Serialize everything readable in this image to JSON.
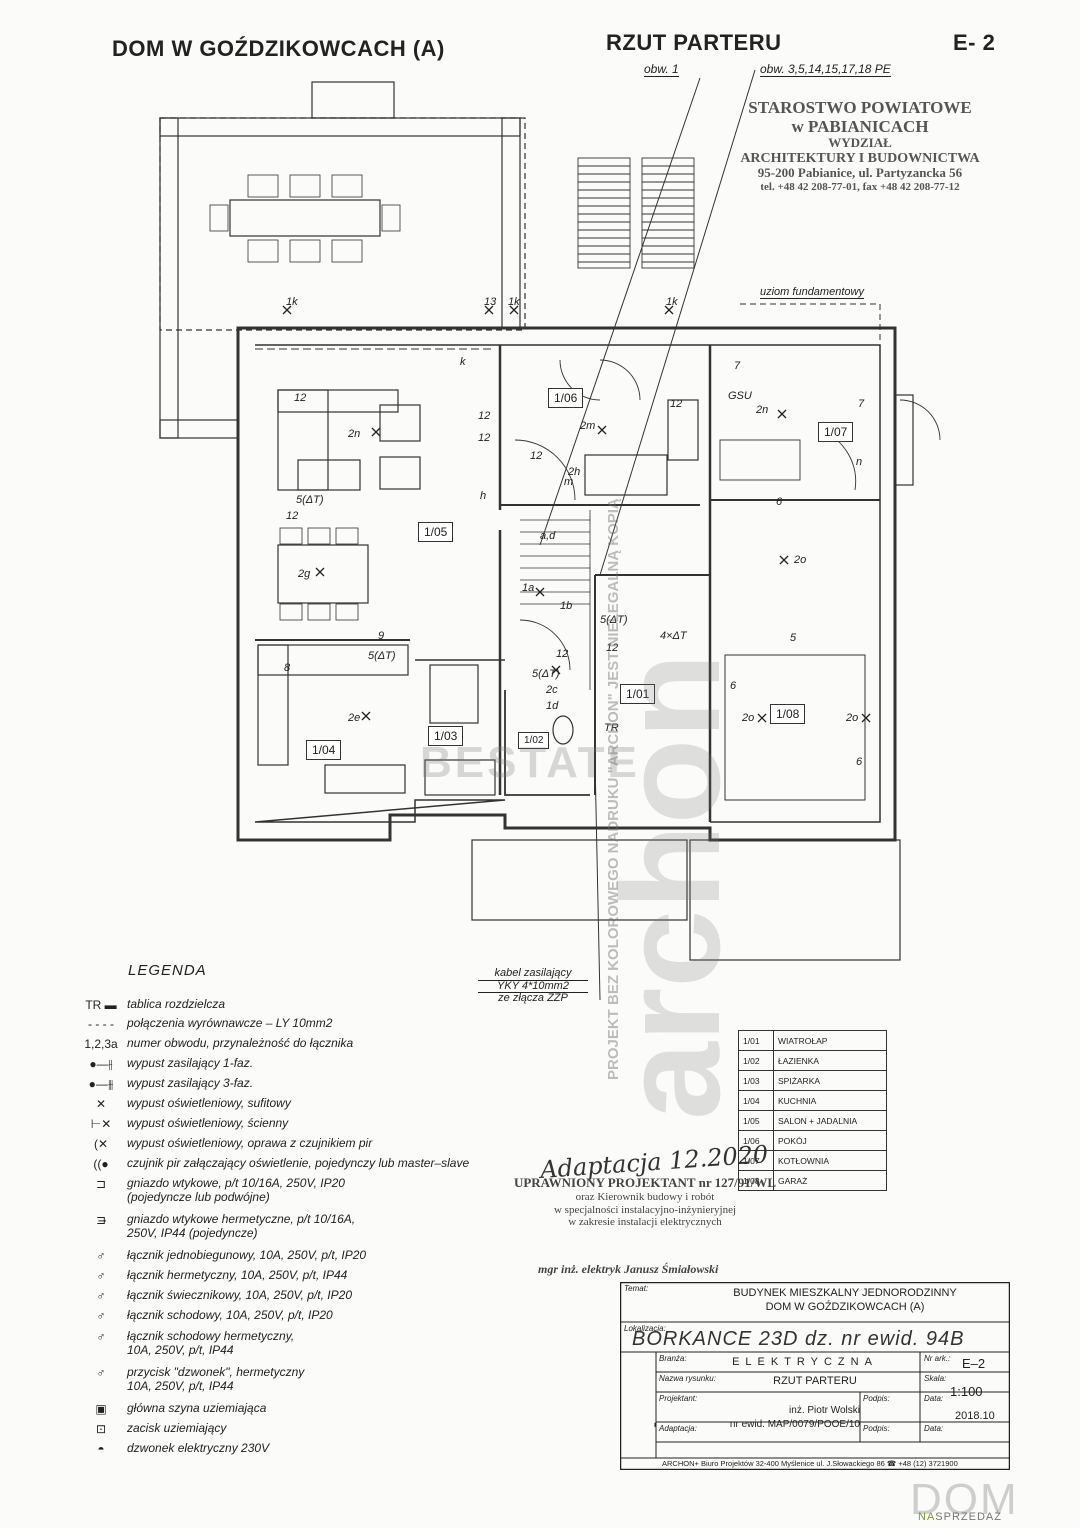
{
  "header": {
    "title_left": "DOM W GOŹDZIKOWCACH (A)",
    "title_center": "RZUT PARTERU",
    "sheet": "E- 2",
    "circuit_note_1": "obw. 1",
    "circuit_note_2": "obw. 3,5,14,15,17,18 PE"
  },
  "stamp": {
    "line1": "STAROSTWO POWIATOWE",
    "line2": "w PABIANICACH",
    "line3": "WYDZIAŁ",
    "line4": "ARCHITEKTURY I BUDOWNICTWA",
    "line5": "95-200 Pabianice, ul. Partyzancka 56",
    "line6": "tel. +48 42 208-77-01, fax +48 42 208-77-12"
  },
  "plan": {
    "uziom": "uziom fundamentowy",
    "kabel_line1": "kabel zasilający",
    "kabel_line2": "YKY 4*10mm2",
    "kabel_line3": "ze złącza ZZP",
    "rooms": [
      {
        "id": "1/05"
      },
      {
        "id": "1/06"
      },
      {
        "id": "1/07"
      },
      {
        "id": "1/08"
      },
      {
        "id": "1/04"
      },
      {
        "id": "1/03"
      },
      {
        "id": "1/02"
      },
      {
        "id": "1/01"
      }
    ],
    "circuits": [
      "1k",
      "13",
      "1k",
      "1k",
      "12",
      "12",
      "12",
      "12",
      "12",
      "2n",
      "2m",
      "2h",
      "5(ΔT)",
      "12",
      "2g",
      "9",
      "5(ΔT)",
      "8",
      "2e",
      "12",
      "1a",
      "1b",
      "5(ΔT)",
      "12",
      "5(ΔT)",
      "2c",
      "1d",
      "4×ΔT",
      "TR",
      "7",
      "GSU",
      "7",
      "2n",
      "6",
      "2o",
      "5",
      "6",
      "2o",
      "2o",
      "6",
      "n",
      "m",
      "k",
      "h",
      "a,d"
    ]
  },
  "legend": {
    "title": "LEGENDA",
    "items": [
      {
        "sym": "TR ▬",
        "text": "tablica rozdzielcza"
      },
      {
        "sym": "- - - -",
        "text": "połączenia wyrównawcze – LY 10mm2"
      },
      {
        "sym": "1,2,3a",
        "text": "numer obwodu, przynależność do łącznika"
      },
      {
        "sym": "●—⫲",
        "text": "wypust zasilający 1-faz."
      },
      {
        "sym": "●—⫵",
        "text": "wypust zasilający 3-faz."
      },
      {
        "sym": "✕",
        "text": "wypust oświetleniowy, sufitowy"
      },
      {
        "sym": "⊢✕",
        "text": "wypust oświetleniowy, ścienny"
      },
      {
        "sym": "(✕",
        "text": "wypust oświetleniowy, oprawa z czujnikiem pir"
      },
      {
        "sym": "((●",
        "text": "czujnik pir załączający oświetlenie, pojedynczy lub master–slave"
      },
      {
        "sym": "⊐",
        "text": "gniazdo wtykowe, p/t 10/16A, 250V, IP20\n(pojedyncze lub podwójne)"
      },
      {
        "sym": "⊐̶",
        "text": "gniazdo wtykowe hermetyczne, p/t 10/16A,\n250V, IP44 (pojedyncze)"
      },
      {
        "sym": "♂",
        "text": "łącznik jednobiegunowy, 10A, 250V, p/t, IP20"
      },
      {
        "sym": "♂",
        "text": "łącznik hermetyczny, 10A, 250V, p/t, IP44"
      },
      {
        "sym": "♂",
        "text": "łącznik świecznikowy, 10A, 250V, p/t, IP20"
      },
      {
        "sym": "♂",
        "text": "łącznik schodowy, 10A, 250V, p/t, IP20"
      },
      {
        "sym": "♂",
        "text": "łącznik schodowy hermetyczny,\n10A, 250V, p/t, IP44"
      },
      {
        "sym": "♂",
        "text": "przycisk \"dzwonek\", hermetyczny\n10A, 250V, p/t, IP44"
      },
      {
        "sym": "▣",
        "text": "główna szyna uziemiająca"
      },
      {
        "sym": "⊡",
        "text": "zacisk uziemiający"
      },
      {
        "sym": "◓",
        "text": "dzwonek elektryczny 230V"
      }
    ]
  },
  "room_table": [
    {
      "no": "1/01",
      "name": "WIATROŁAP"
    },
    {
      "no": "1/02",
      "name": "ŁAZIENKA"
    },
    {
      "no": "1/03",
      "name": "SPIŻARKA"
    },
    {
      "no": "1/04",
      "name": "KUCHNIA"
    },
    {
      "no": "1/05",
      "name": "SALON + JADALNIA"
    },
    {
      "no": "1/06",
      "name": "POKÓJ"
    },
    {
      "no": "1/07",
      "name": "KOTŁOWNIA"
    },
    {
      "no": "1/08",
      "name": "GARAŻ"
    }
  ],
  "signature": {
    "handwritten": "Adaptacja 12.2020",
    "line1": "UPRAWNIONY PROJEKTANT nr 127/91/WL",
    "line2": "oraz Kierownik budowy i robót",
    "line3": "w specjalności instalacyjno-inżynieryjnej",
    "line4": "w zakresie instalacji elektrycznych",
    "line5": "mgr inż. elektryk Janusz Śmiałowski"
  },
  "title_block": {
    "temat_label": "Temat:",
    "temat_1": "BUDYNEK MIESZKALNY JEDNORODZINNY",
    "temat_2": "DOM W GOŹDZIKOWCACH (A)",
    "lokalizacja_label": "Lokalizacja:",
    "lokalizacja": "BORKANCE 23D dz. nr ewid. 94B",
    "branza_label": "Branża:",
    "branza": "ELEKTRYCZNA",
    "nrark_label": "Nr ark.:",
    "nrark": "E–2",
    "nazwa_label": "Nazwa rysunku:",
    "nazwa": "RZUT PARTERU",
    "skala_label": "Skala:",
    "skala": "1:100",
    "projektant_label": "Projektant:",
    "projektant_1": "inż. Piotr Wolski",
    "projektant_2": "nr ewid. MAP/0079/POOE/10",
    "podpis_label": "Podpis:",
    "data_label": "Data:",
    "data": "2018.10",
    "adaptacja_label": "Adaptacja:",
    "brand": "archon",
    "footer": "ARCHON+ Biuro Projektów  32-400 Myślenice  ul. J.Słowackiego 86  ☎ +48 (12) 3721900"
  },
  "watermarks": {
    "center": "BESTATE",
    "vertical_brand": "archon",
    "vertical_text": "PROJEKT BEZ KOLOROWEGO NADRUKU \"ARCHON\" JEST NIELEGALNĄ KOPIĄ",
    "corner_1": "DOM",
    "corner_2": "NA",
    "corner_3": "SPRZEDAŻ"
  }
}
